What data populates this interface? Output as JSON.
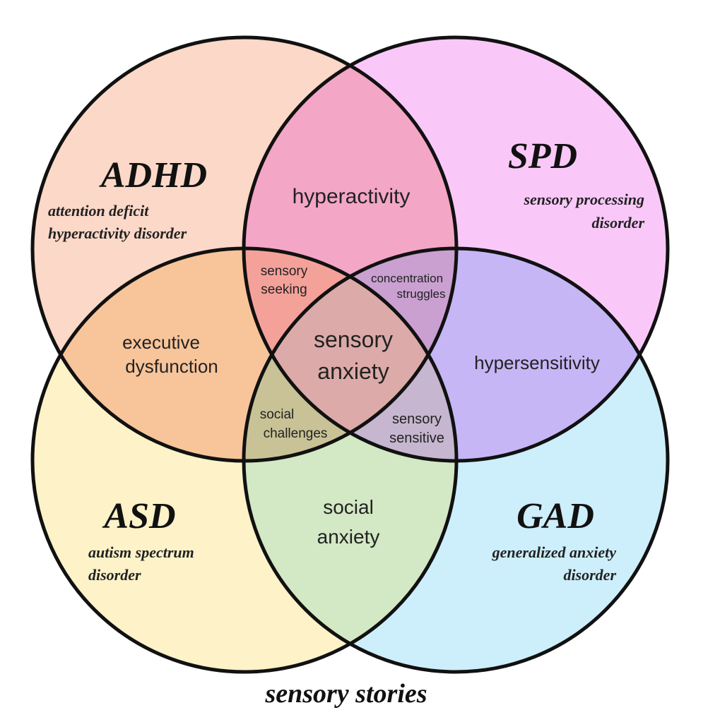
{
  "sets": {
    "adhd": {
      "title": "ADHD",
      "sub1": "attention deficit",
      "sub2": "hyperactivity disorder",
      "color": "#fcd8c8"
    },
    "spd": {
      "title": "SPD",
      "sub1": "sensory processing",
      "sub2": "disorder",
      "color": "#f9c8f9"
    },
    "asd": {
      "title": "ASD",
      "sub1": "autism spectrum",
      "sub2": "disorder",
      "color": "#fdf2c8"
    },
    "gad": {
      "title": "GAD",
      "sub1": "generalized anxiety",
      "sub2": "disorder",
      "color": "#cdeefb"
    }
  },
  "overlaps": {
    "hyperactivity": {
      "text": "hyperactivity",
      "color": "#f4a6c6"
    },
    "executive": {
      "line1": "executive",
      "line2": "dysfunction",
      "color": "#f8c49a"
    },
    "hypersensitivity": {
      "text": "hypersensitivity",
      "color": "#c6b6f6"
    },
    "social_anxiety": {
      "line1": "social",
      "line2": "anxiety",
      "color": "#d3e8c4"
    },
    "sensory_seeking": {
      "line1": "sensory",
      "line2": "seeking",
      "color": "#f4a19a"
    },
    "concentration": {
      "line1": "concentration",
      "line2": "struggles",
      "color": "#c9a0d0"
    },
    "social_challenges": {
      "line1": "social",
      "line2": "challenges",
      "color": "#c8c296"
    },
    "sensory_sensitive": {
      "line1": "sensory",
      "line2": "sensitive",
      "color": "#c6b6d0"
    },
    "sensory_anxiety": {
      "line1": "sensory",
      "line2": "anxiety",
      "color": "#dcaaa8"
    }
  },
  "footer": {
    "text": "sensory stories",
    "color": "#2a8a94"
  }
}
